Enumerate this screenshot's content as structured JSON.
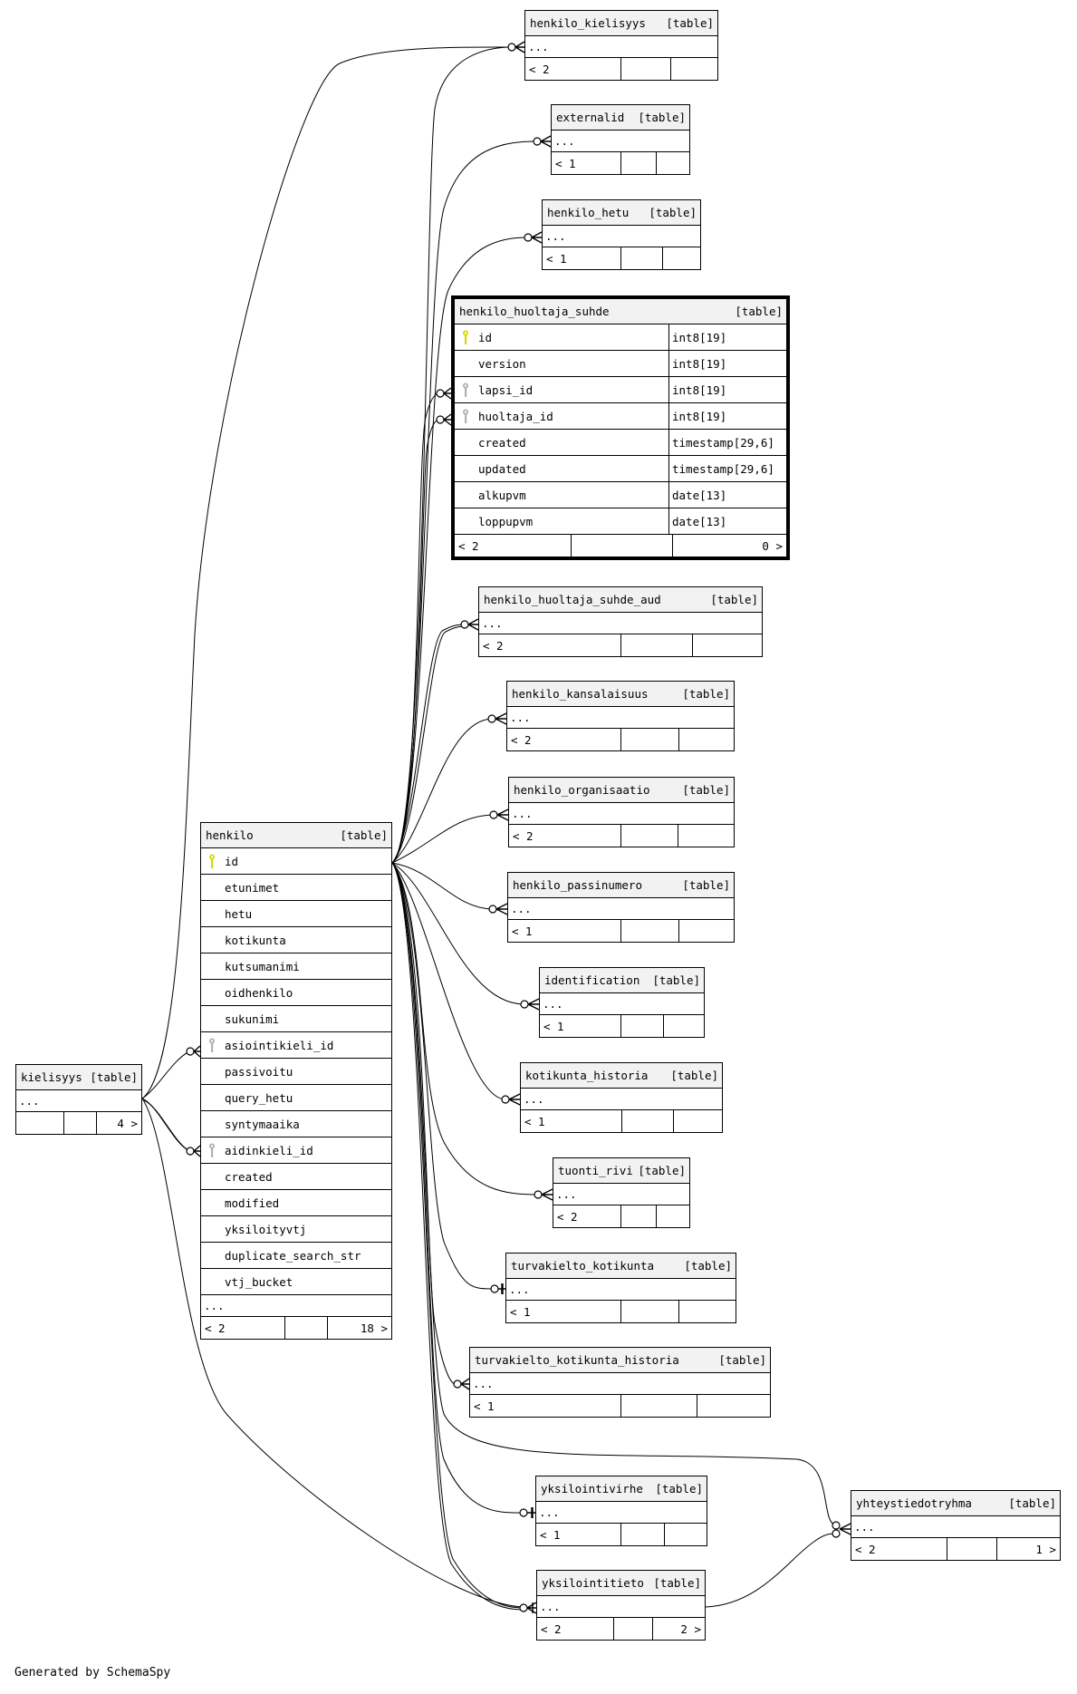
{
  "footer": "Generated by SchemaSpy",
  "table_tag": "[table]",
  "ellipsis": "...",
  "tables": {
    "henkilo_kielisyys": {
      "name": "henkilo_kielisyys",
      "parents": "< 2",
      "children": ""
    },
    "externalid": {
      "name": "externalid",
      "parents": "< 1",
      "children": ""
    },
    "henkilo_hetu": {
      "name": "henkilo_hetu",
      "parents": "< 1",
      "children": ""
    },
    "henkilo_huoltaja_suhde": {
      "name": "henkilo_huoltaja_suhde",
      "parents": "< 2",
      "children": "0 >",
      "columns": [
        {
          "name": "id",
          "type": "int8[19]",
          "key": "primary"
        },
        {
          "name": "version",
          "type": "int8[19]",
          "key": ""
        },
        {
          "name": "lapsi_id",
          "type": "int8[19]",
          "key": "foreign"
        },
        {
          "name": "huoltaja_id",
          "type": "int8[19]",
          "key": "foreign"
        },
        {
          "name": "created",
          "type": "timestamp[29,6]",
          "key": ""
        },
        {
          "name": "updated",
          "type": "timestamp[29,6]",
          "key": ""
        },
        {
          "name": "alkupvm",
          "type": "date[13]",
          "key": ""
        },
        {
          "name": "loppupvm",
          "type": "date[13]",
          "key": ""
        }
      ]
    },
    "henkilo_huoltaja_suhde_aud": {
      "name": "henkilo_huoltaja_suhde_aud",
      "parents": "< 2",
      "children": ""
    },
    "henkilo_kansalaisuus": {
      "name": "henkilo_kansalaisuus",
      "parents": "< 2",
      "children": ""
    },
    "henkilo_organisaatio": {
      "name": "henkilo_organisaatio",
      "parents": "< 2",
      "children": ""
    },
    "henkilo_passinumero": {
      "name": "henkilo_passinumero",
      "parents": "< 1",
      "children": ""
    },
    "identification": {
      "name": "identification",
      "parents": "< 1",
      "children": ""
    },
    "kotikunta_historia": {
      "name": "kotikunta_historia",
      "parents": "< 1",
      "children": ""
    },
    "tuonti_rivi": {
      "name": "tuonti_rivi",
      "parents": "< 2",
      "children": ""
    },
    "turvakielto_kotikunta": {
      "name": "turvakielto_kotikunta",
      "parents": "< 1",
      "children": ""
    },
    "turvakielto_kotikunta_historia": {
      "name": "turvakielto_kotikunta_historia",
      "parents": "< 1",
      "children": ""
    },
    "yksilointivirhe": {
      "name": "yksilointivirhe",
      "parents": "< 1",
      "children": ""
    },
    "yksilointitieto": {
      "name": "yksilointitieto",
      "parents": "< 2",
      "children": "2 >"
    },
    "yhteystiedotryhma": {
      "name": "yhteystiedotryhma",
      "parents": "< 2",
      "children": "1 >"
    },
    "kielisyys": {
      "name": "kielisyys",
      "parents": "",
      "children": "4 >"
    },
    "henkilo": {
      "name": "henkilo",
      "parents": "< 2",
      "children": "18 >",
      "columns": [
        {
          "name": "id",
          "key": "primary"
        },
        {
          "name": "etunimet",
          "key": ""
        },
        {
          "name": "hetu",
          "key": ""
        },
        {
          "name": "kotikunta",
          "key": ""
        },
        {
          "name": "kutsumanimi",
          "key": ""
        },
        {
          "name": "oidhenkilo",
          "key": ""
        },
        {
          "name": "sukunimi",
          "key": ""
        },
        {
          "name": "asiointikieli_id",
          "key": "foreign"
        },
        {
          "name": "passivoitu",
          "key": ""
        },
        {
          "name": "query_hetu",
          "key": ""
        },
        {
          "name": "syntymaaika",
          "key": ""
        },
        {
          "name": "aidinkieli_id",
          "key": "foreign"
        },
        {
          "name": "created",
          "key": ""
        },
        {
          "name": "modified",
          "key": ""
        },
        {
          "name": "yksiloityvtj",
          "key": ""
        },
        {
          "name": "duplicate_search_str",
          "key": ""
        },
        {
          "name": "vtj_bucket",
          "key": ""
        }
      ]
    }
  },
  "relationships": [
    {
      "from": "kielisyys",
      "to": "henkilo_kielisyys"
    },
    {
      "from": "kielisyys",
      "to": "henkilo",
      "column": "asiointikieli_id"
    },
    {
      "from": "kielisyys",
      "to": "henkilo",
      "column": "aidinkieli_id"
    },
    {
      "from": "kielisyys",
      "to": "yksilointitieto"
    },
    {
      "from": "henkilo",
      "to": "henkilo_kielisyys"
    },
    {
      "from": "henkilo",
      "to": "externalid"
    },
    {
      "from": "henkilo",
      "to": "henkilo_hetu"
    },
    {
      "from": "henkilo",
      "to": "henkilo_huoltaja_suhde",
      "column": "lapsi_id"
    },
    {
      "from": "henkilo",
      "to": "henkilo_huoltaja_suhde",
      "column": "huoltaja_id"
    },
    {
      "from": "henkilo",
      "to": "henkilo_huoltaja_suhde_aud"
    },
    {
      "from": "henkilo",
      "to": "henkilo_kansalaisuus"
    },
    {
      "from": "henkilo",
      "to": "henkilo_organisaatio"
    },
    {
      "from": "henkilo",
      "to": "henkilo_passinumero"
    },
    {
      "from": "henkilo",
      "to": "identification"
    },
    {
      "from": "henkilo",
      "to": "kotikunta_historia"
    },
    {
      "from": "henkilo",
      "to": "tuonti_rivi"
    },
    {
      "from": "henkilo",
      "to": "turvakielto_kotikunta"
    },
    {
      "from": "henkilo",
      "to": "turvakielto_kotikunta_historia"
    },
    {
      "from": "henkilo",
      "to": "yksilointivirhe"
    },
    {
      "from": "henkilo",
      "to": "yksilointitieto"
    },
    {
      "from": "henkilo",
      "to": "yhteystiedotryhma"
    },
    {
      "from": "yksilointitieto",
      "to": "yhteystiedotryhma"
    }
  ]
}
